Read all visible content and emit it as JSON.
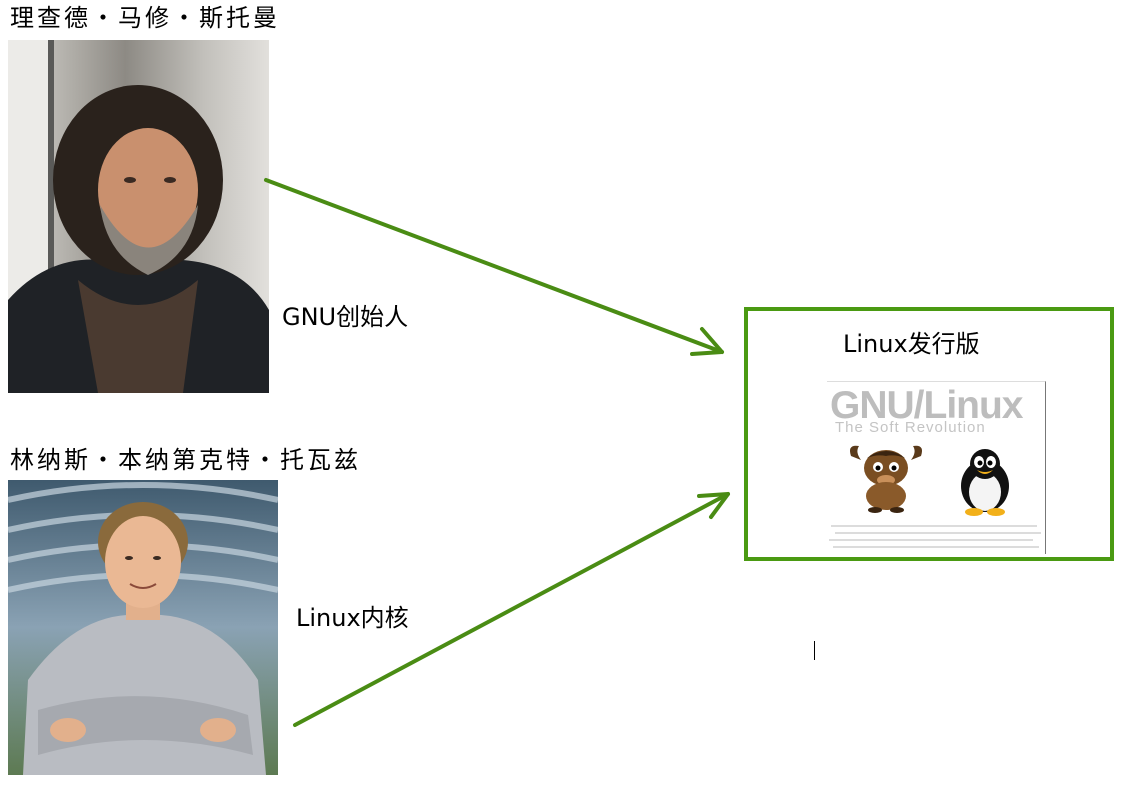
{
  "people": [
    {
      "name": "理查德・马修・斯托曼",
      "role": "GNU创始人"
    },
    {
      "name": "林纳斯・本纳第克特・托瓦兹",
      "role": "Linux内核"
    }
  ],
  "distro": {
    "title": "Linux发行版",
    "logo_line1": "GNU/Linux",
    "logo_line2": "The Soft Revolution"
  },
  "colors": {
    "arrow": "#4a8c14",
    "box_border": "#4a9a12",
    "logo_gray": "#bdbdbd"
  },
  "icons": [
    "gnu-mascot-icon",
    "tux-penguin-icon"
  ]
}
